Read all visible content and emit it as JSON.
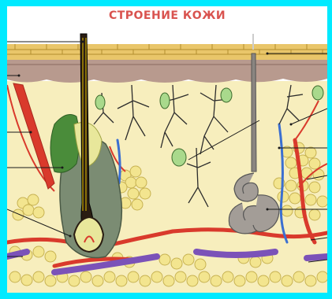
{
  "diagram": {
    "title": "СТРОЕНИЕ КОЖИ",
    "regions": [
      "epidermis",
      "dermis",
      "subcutaneous-fat"
    ],
    "structures": [
      "hair-shaft",
      "hair-follicle",
      "sebaceous-gland",
      "sweat-gland",
      "blood-vessels",
      "nerve-fibers",
      "fat-lobules",
      "receptors"
    ]
  },
  "colors": {
    "border": "#00eaff",
    "title": "#d9534f",
    "epidermis_top": "#e9c66a",
    "epidermis_layer": "#b89a8e",
    "dermis": "#f7eebd",
    "fat": "#f3e58f",
    "artery": "#d93a2c",
    "vein": "#3b6fd1",
    "nerve": "#2c2c2c",
    "gland": "#9aa38a",
    "purple_vein": "#7b52b8"
  }
}
